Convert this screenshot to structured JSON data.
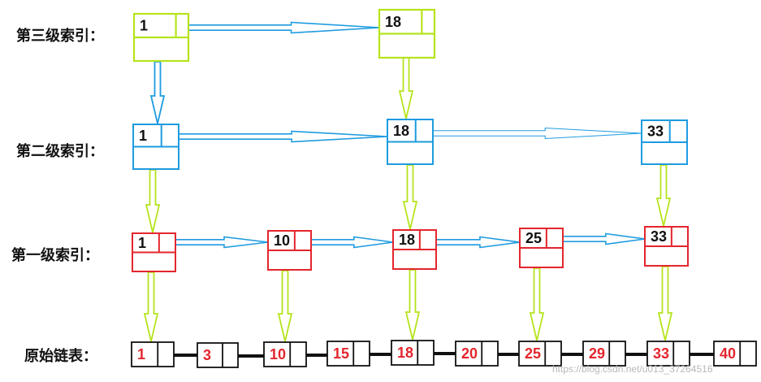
{
  "colors": {
    "level3": "#b5e41c",
    "level2": "#1e9be0",
    "level1": "#e3262d",
    "base": "#111111",
    "base_text": "#e3262d",
    "arrow_right_blue": "#1e9be0",
    "arrow_down_green": "#b5e41c",
    "arrow_down_blue": "#1e9be0",
    "arrow_base": "#111111"
  },
  "labels": {
    "level3": "第三级索引：",
    "level2": "第二级索引：",
    "level1": "第一级索引：",
    "base": "原始链表："
  },
  "levels": {
    "level3": [
      "1",
      "18"
    ],
    "level2": [
      "1",
      "18",
      "33"
    ],
    "level1": [
      "1",
      "10",
      "18",
      "25",
      "33"
    ],
    "base": [
      "1",
      "3",
      "10",
      "15",
      "18",
      "20",
      "25",
      "29",
      "33",
      "40"
    ]
  },
  "watermark": "https://blog.csdn.net/u013_37264516"
}
